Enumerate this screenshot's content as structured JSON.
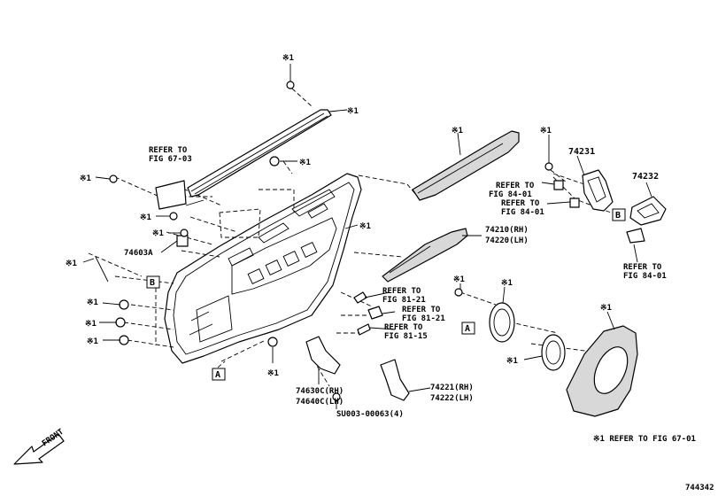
{
  "mark": "※1",
  "labels": {
    "refer_fig_67_03": [
      "REFER TO",
      "FIG 67-03"
    ],
    "p74603A": "74603A",
    "p74231": "74231",
    "p74232": "74232",
    "refer_fig_84_01_a": [
      "REFER TO",
      "FIG 84-01"
    ],
    "refer_fig_84_01_b": [
      "REFER TO",
      "FIG 84-01"
    ],
    "refer_fig_84_01_c": [
      "REFER TO",
      "FIG 84-01"
    ],
    "p74210": "74210(RH)",
    "p74220": "74220(LH)",
    "refer_fig_81_21_a": [
      "REFER TO",
      "FIG 81-21"
    ],
    "refer_fig_81_21_b": [
      "REFER TO",
      "FIG 81-21"
    ],
    "refer_fig_81_15": [
      "REFER TO",
      "FIG 81-15"
    ],
    "p74630C": "74630C(RH)",
    "p74640C": "74640C(LH)",
    "su003": "SU003-00063(4)",
    "p74221": "74221(RH)",
    "p74222": "74222(LH)",
    "front": "FRONT",
    "note": "※1 REFER TO FIG 67-01",
    "diagram_id": "744342"
  },
  "callouts": {
    "a": "A",
    "b": "B"
  }
}
